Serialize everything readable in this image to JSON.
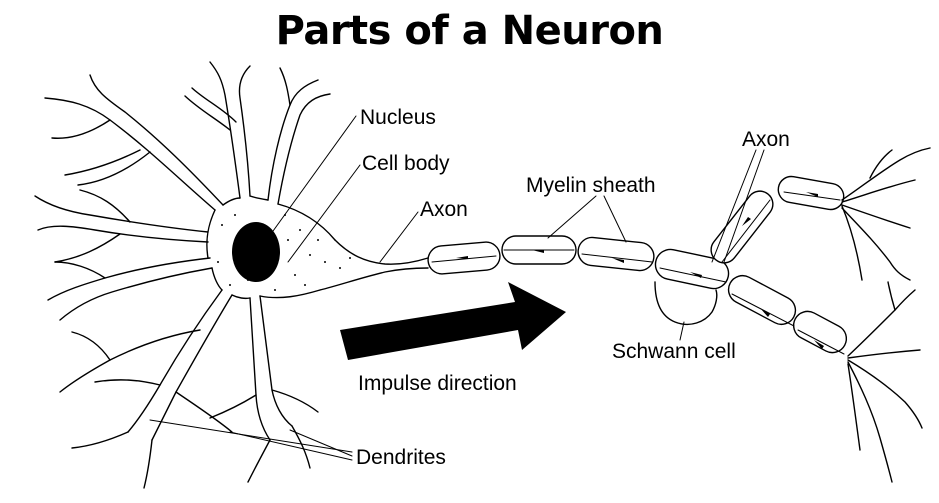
{
  "title": "Parts of a Neuron",
  "labels": {
    "nucleus": "Nucleus",
    "cell_body": "Cell body",
    "axon_left": "Axon",
    "myelin_sheath": "Myelin sheath",
    "axon_right": "Axon",
    "schwann_cell": "Schwann cell",
    "impulse_direction": "Impulse direction",
    "dendrites": "Dendrites"
  },
  "colors": {
    "ink": "#000000",
    "background": "#ffffff"
  }
}
